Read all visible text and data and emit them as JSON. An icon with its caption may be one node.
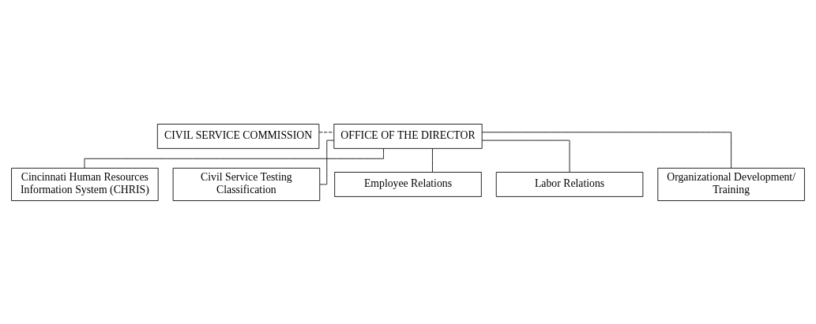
{
  "diagram": {
    "nodes": [
      {
        "text": [
          "CIVIL SERVICE COMMISSION"
        ]
      },
      {
        "text": [
          "OFFICE OF THE DIRECTOR"
        ]
      },
      {
        "text": [
          "Cincinnati Human Resources Information System (CHRIS)"
        ]
      },
      {
        "text": [
          "Civil Service Testing Classification"
        ]
      },
      {
        "text": [
          "Employee Relations"
        ]
      },
      {
        "text": [
          "Labor Relations"
        ]
      },
      {
        "text": [
          "Organizational Development/ Training"
        ]
      }
    ],
    "edges": [
      {
        "from": 0,
        "to": 1,
        "arrow": "none",
        "style": "dashed"
      },
      {
        "from": 1,
        "to": 2,
        "arrow": "none"
      },
      {
        "from": 1,
        "to": 3,
        "arrow": "none"
      },
      {
        "from": 1,
        "to": 4,
        "arrow": "none"
      },
      {
        "from": 1,
        "to": 5,
        "arrow": "none"
      },
      {
        "from": 1,
        "to": 6,
        "arrow": "none"
      }
    ]
  }
}
